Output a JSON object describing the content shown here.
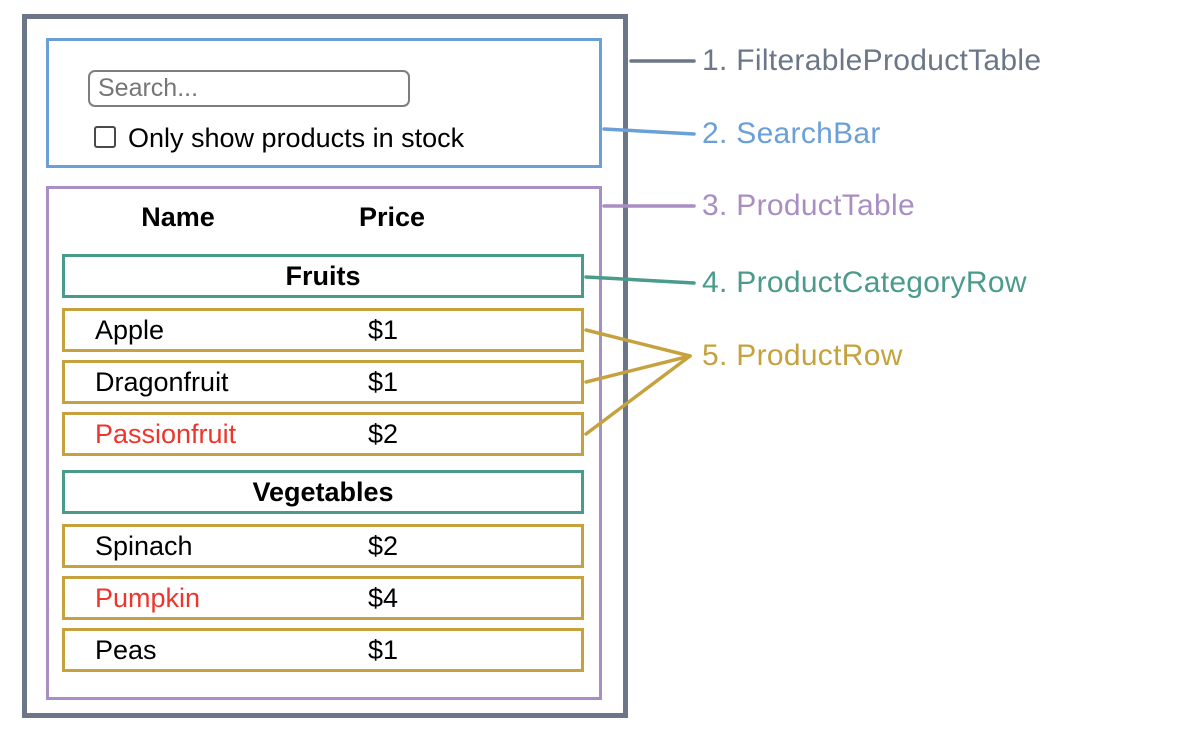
{
  "colors": {
    "outline-gray": "#6b7687",
    "outline-blue": "#6ba0d6",
    "outline-purple": "#a98ec4",
    "outline-teal": "#4a9b8c",
    "outline-gold": "#c6a23f",
    "highlight-red": "#ee352b",
    "placeholder-gray": "#767676"
  },
  "search_bar": {
    "input_placeholder": "Search...",
    "checkbox_label": "Only show products in stock",
    "checkbox_checked": false
  },
  "product_table": {
    "columns": [
      "Name",
      "Price"
    ],
    "sections": [
      {
        "category": "Fruits",
        "rows": [
          {
            "name": "Apple",
            "price": "$1",
            "highlighted": false
          },
          {
            "name": "Dragonfruit",
            "price": "$1",
            "highlighted": false
          },
          {
            "name": "Passionfruit",
            "price": "$2",
            "highlighted": true
          }
        ]
      },
      {
        "category": "Vegetables",
        "rows": [
          {
            "name": "Spinach",
            "price": "$2",
            "highlighted": false
          },
          {
            "name": "Pumpkin",
            "price": "$4",
            "highlighted": true
          },
          {
            "name": "Peas",
            "price": "$1",
            "highlighted": false
          }
        ]
      }
    ]
  },
  "legend": [
    {
      "label": "1. FilterableProductTable"
    },
    {
      "label": "2. SearchBar"
    },
    {
      "label": "3. ProductTable"
    },
    {
      "label": "4. ProductCategoryRow"
    },
    {
      "label": "5. ProductRow"
    }
  ]
}
